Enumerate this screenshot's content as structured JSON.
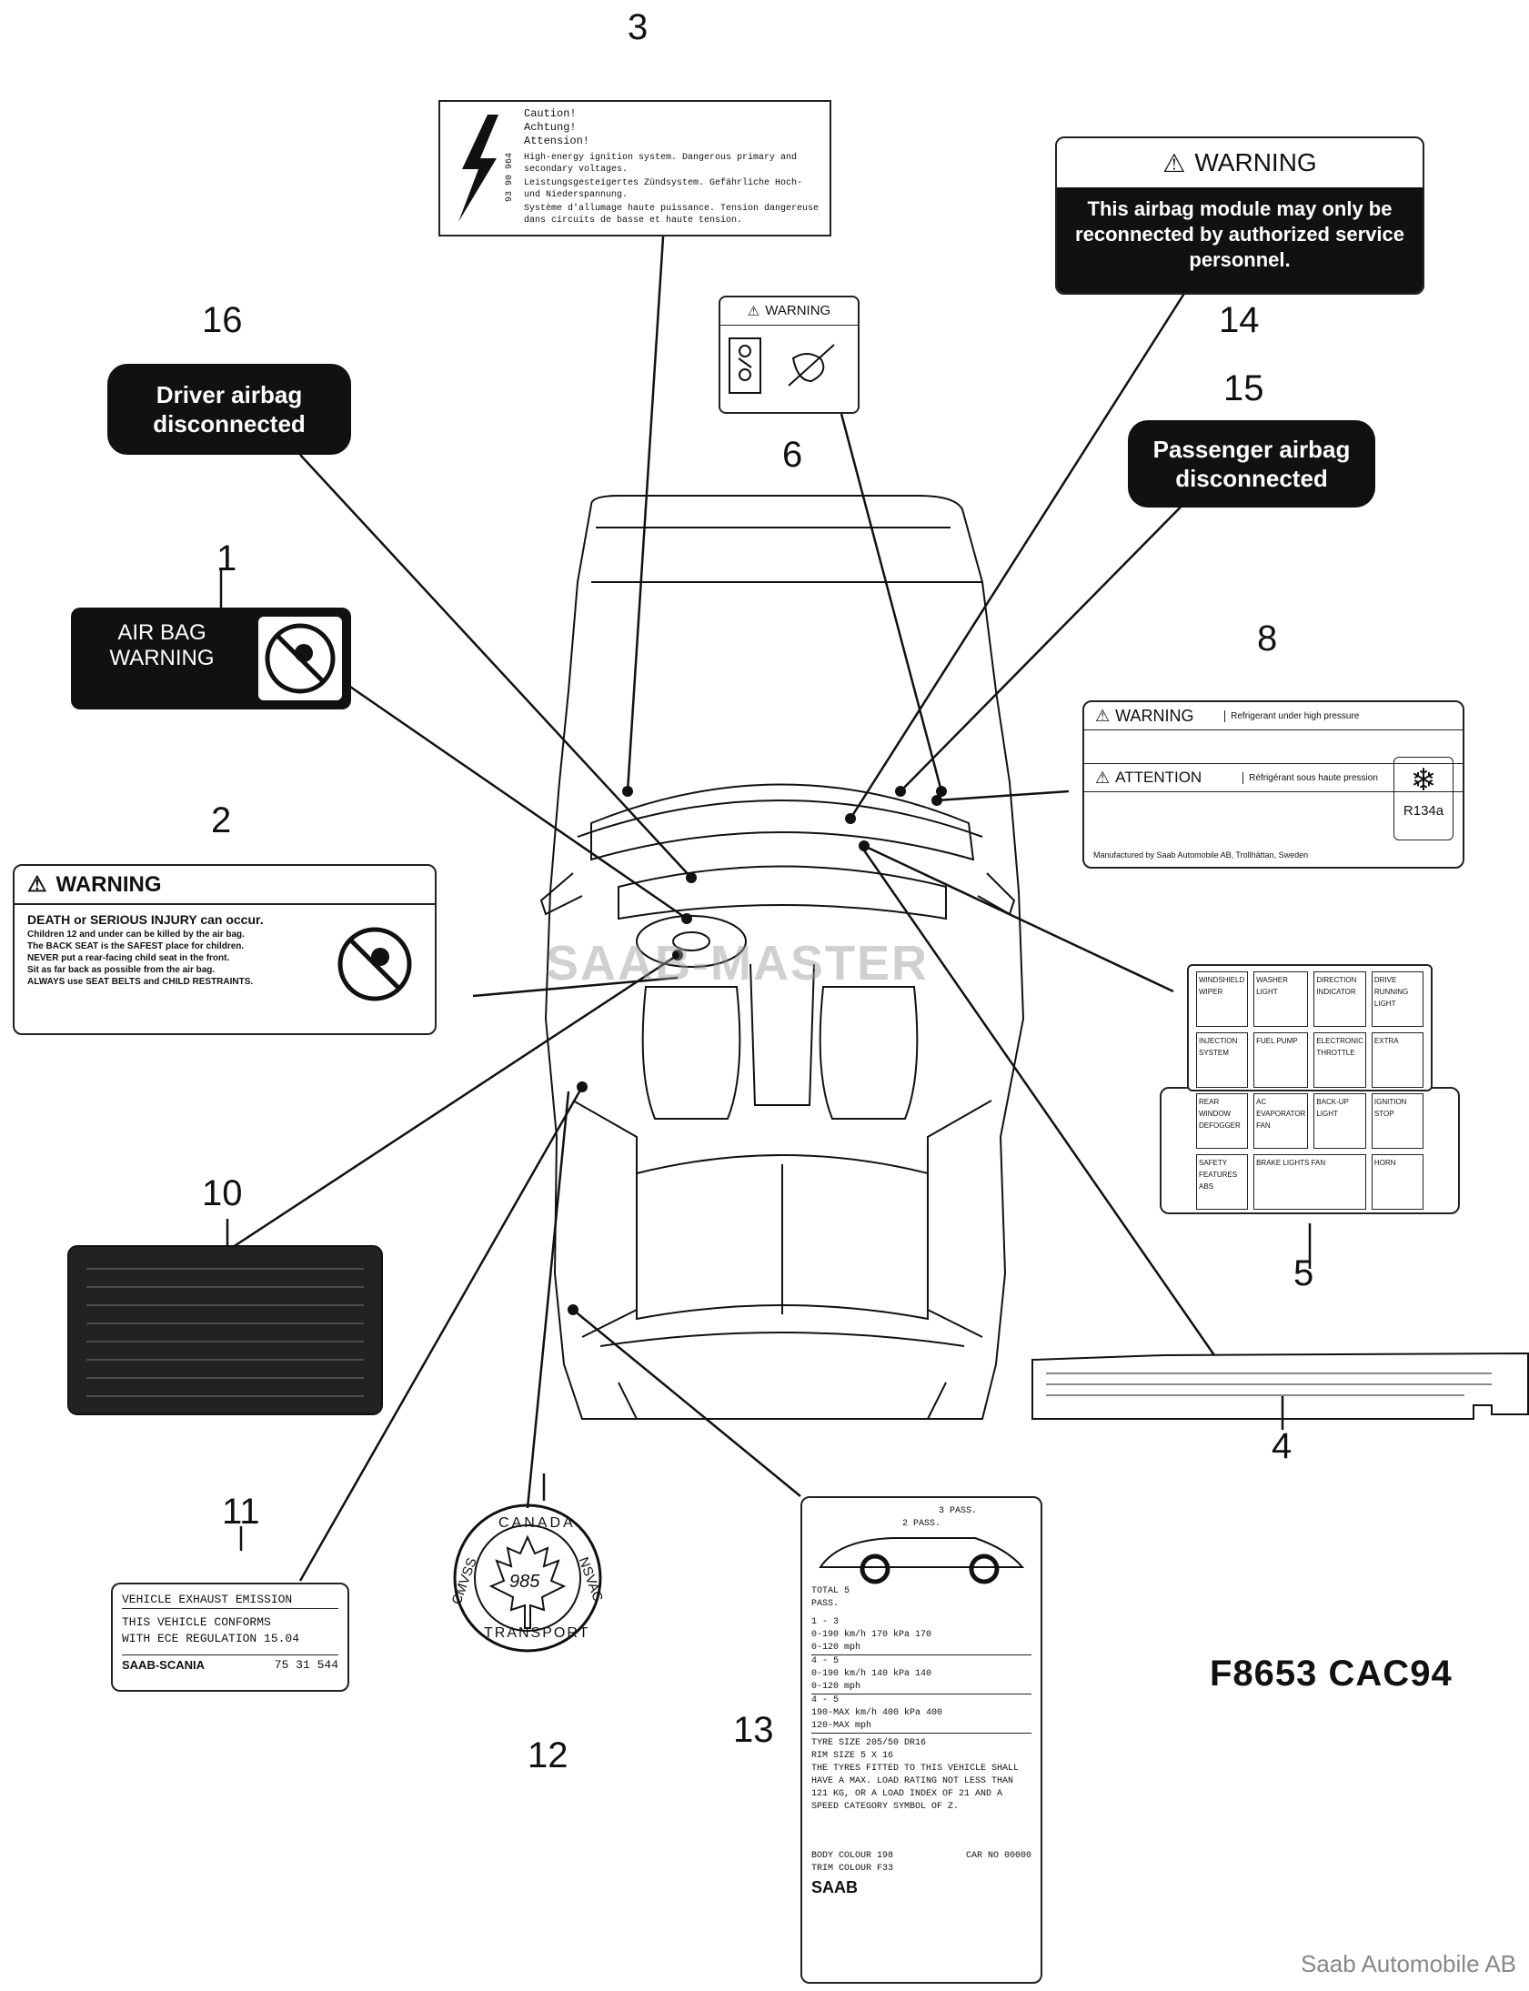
{
  "figure_code": "F8653 CAC94",
  "watermark": "SAAB-MASTER",
  "footer": "Saab Automobile AB",
  "callouts": {
    "n1": "1",
    "n2": "2",
    "n3": "3",
    "n4": "4",
    "n5": "5",
    "n6": "6",
    "n8": "8",
    "n10": "10",
    "n11": "11",
    "n12": "12",
    "n13": "13",
    "n14": "14",
    "n15": "15",
    "n16": "16"
  },
  "label3": {
    "code": "93 90 964",
    "heads": [
      "Caution!",
      "Achtung!",
      "Attension!"
    ],
    "en": "High-energy ignition system. Dangerous primary and secondary voltages.",
    "de": "Leistungsgesteigertes Zündsystem. Gefährliche Hoch- und Niederspannung.",
    "fr": "Système d'allumage haute puissance. Tension dangereuse dans circuits de basse et haute tension."
  },
  "label14": {
    "title": "WARNING",
    "text": "This airbag module may only be reconnected by authorized service personnel."
  },
  "label6": {
    "title": "WARNING"
  },
  "label16": {
    "text": "Driver airbag disconnected"
  },
  "label15": {
    "text": "Passenger airbag disconnected"
  },
  "label1": {
    "text": "AIR BAG WARNING"
  },
  "label2": {
    "title": "WARNING",
    "headline": "DEATH or SERIOUS INJURY can occur.",
    "bullets": [
      "Children 12 and under can be killed by the air bag.",
      "The BACK SEAT is the SAFEST place for children.",
      "NEVER put a rear-facing child seat in the front.",
      "Sit as far back as possible from the air bag.",
      "ALWAYS use SEAT BELTS and CHILD RESTRAINTS."
    ]
  },
  "label8": {
    "warning": "WARNING",
    "warning_sub": "Refrigerant under high pressure",
    "attention": "ATTENTION",
    "attention_sub": "Réfrigérant sous haute pression",
    "refrigerant": "R134a",
    "maker": "Manufactured by Saab Automobile AB, Trollhättan, Sweden"
  },
  "label5": {
    "cells": [
      "WINDSHIELD WIPER",
      "WASHER LIGHT",
      "DIRECTION INDICATOR",
      "DRIVE RUNNING LIGHT",
      "INJECTION SYSTEM",
      "FUEL PUMP",
      "ELECTRONIC THROTTLE",
      "EXTRA",
      "REAR WINDOW DEFOGGER",
      "AC EVAPORATOR FAN",
      "BACK-UP LIGHT",
      "IGNITION STOP",
      "SAFETY FEATURES ABS",
      "BRAKE LIGHTS FAN",
      "HORN"
    ]
  },
  "label11": {
    "title": "VEHICLE EXHAUST EMISSION",
    "line1": "THIS VEHICLE CONFORMS",
    "line2": "WITH ECE REGULATION 15.04",
    "brand": "SAAB-SCANIA",
    "code": "75 31 544"
  },
  "label12": {
    "top": "CANADA",
    "right": "NSVAC",
    "bottom": "TRANSPORT",
    "left": "CMVSS",
    "number": "985"
  },
  "label13": {
    "pass3": "3 PASS.",
    "pass2": "2 PASS.",
    "total": "TOTAL 5 PASS.",
    "rows": [
      "1 - 3",
      "0-190 km/h   170 kPa 170",
      "0-120 mph",
      "4 - 5",
      "0-190 km/h   140 kPa 140",
      "0-120 mph",
      "4 - 5",
      "190-MAX km/h 400 kPa 400",
      "120-MAX mph"
    ],
    "tyre": "TYRE SIZE 205/50 DR16",
    "rim": "RIM SIZE   5 X 16",
    "text": "THE TYRES FITTED TO THIS VEHICLE SHALL HAVE A MAX. LOAD RATING NOT LESS THAN 121 KG, OR A LOAD INDEX OF 21 AND A SPEED CATEGORY SYMBOL OF Z.",
    "body": "BODY COLOUR 198",
    "trim": "TRIM COLOUR F33",
    "car_no": "CAR NO 00000",
    "brand": "SAAB"
  }
}
